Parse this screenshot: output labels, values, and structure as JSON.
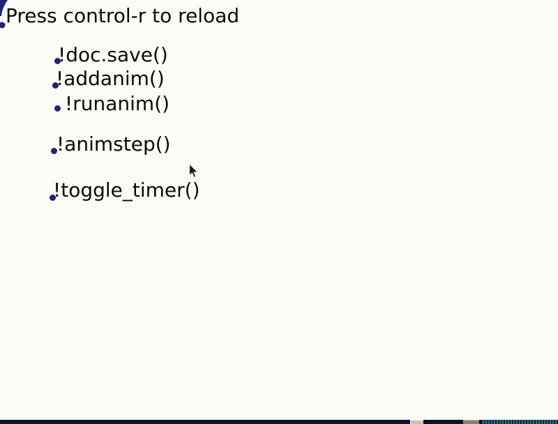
{
  "header": {
    "message": "Press control-r to reload"
  },
  "commands": [
    {
      "label": "!doc.save()"
    },
    {
      "label": "!addanim()"
    },
    {
      "label": "!runanim()"
    },
    {
      "label": "!animstep()"
    },
    {
      "label": "!toggle_timer()"
    }
  ],
  "colors": {
    "text": "#0a0a0a",
    "bullet": "#1f2374",
    "background": "#fcfcf6",
    "taskbar_dark": "#10122a",
    "taskbar_teal_light": "#2e6f7e",
    "taskbar_teal_dark": "#102740",
    "taskbar_button_light": "#c8c4b4",
    "taskbar_button_gray": "#85856f"
  }
}
